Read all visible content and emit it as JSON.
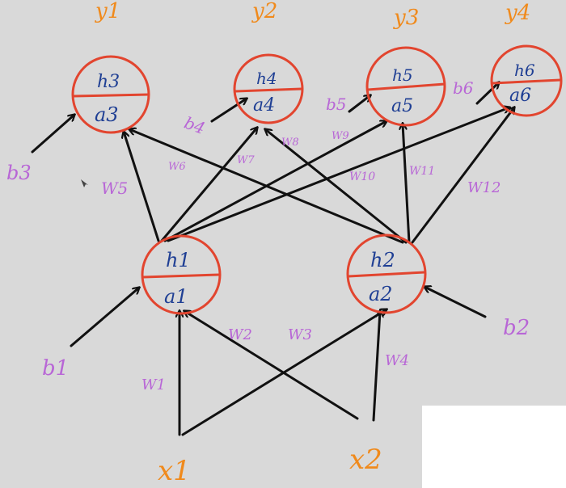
{
  "colors": {
    "background": "#d9d9d9",
    "arrow": "#111111",
    "neuron_outline": "#e2452f",
    "neuron_text": "#1f3f94",
    "output_label": "#f08a1c",
    "input_label": "#f08a1c",
    "weight_label": "#b866d6",
    "bias_label": "#b866d6"
  },
  "outputs": [
    "y1",
    "y2",
    "y3",
    "y4"
  ],
  "inputs": [
    "x1",
    "x2"
  ],
  "hidden_neurons": [
    {
      "top": "h1",
      "bottom": "a1"
    },
    {
      "top": "h2",
      "bottom": "a2"
    }
  ],
  "output_neurons": [
    {
      "top": "h3",
      "bottom": "a3"
    },
    {
      "top": "h4",
      "bottom": "a4"
    },
    {
      "top": "h5",
      "bottom": "a5"
    },
    {
      "top": "h6",
      "bottom": "a6"
    }
  ],
  "biases": [
    "b1",
    "b2",
    "b3",
    "b4",
    "b5",
    "b6"
  ],
  "weights": [
    "W1",
    "W2",
    "W3",
    "W4",
    "W5",
    "W6",
    "W7",
    "W8",
    "W9",
    "W10",
    "W11",
    "W12"
  ]
}
